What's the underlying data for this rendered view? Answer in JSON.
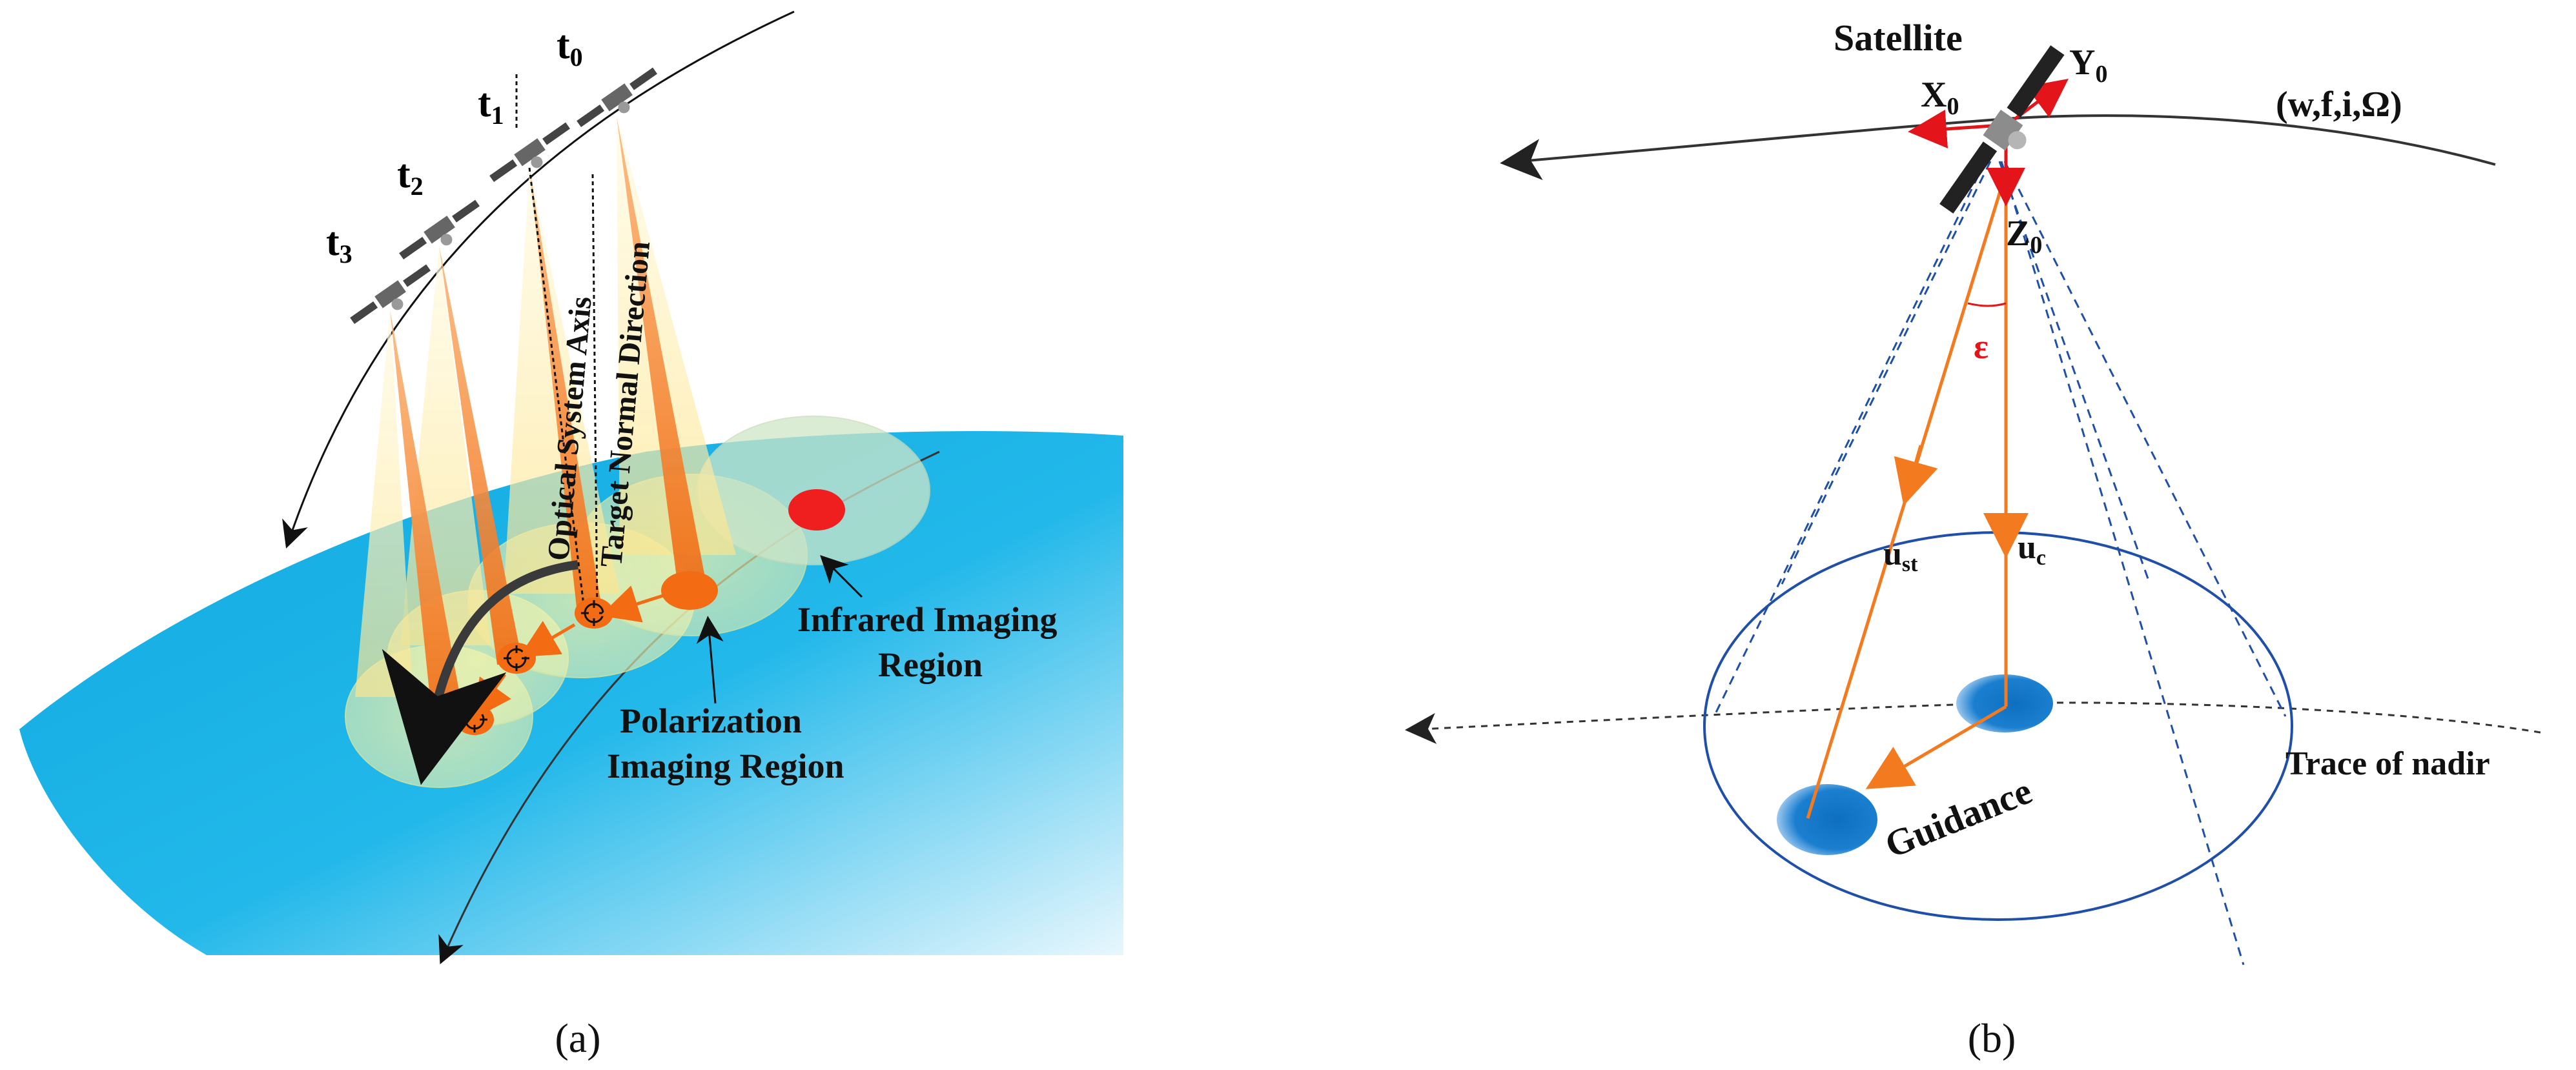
{
  "panel_a": {
    "caption": "(a)",
    "time_labels": [
      {
        "main": "t",
        "sub": "0"
      },
      {
        "main": "t",
        "sub": "1"
      },
      {
        "main": "t",
        "sub": "2"
      },
      {
        "main": "t",
        "sub": "3"
      }
    ],
    "optical_axis_label": "Optical System Axis",
    "target_normal_label": "Target Normal Direction",
    "infrared_label_line1": "Infrared Imaging",
    "infrared_label_line2": "Region",
    "polarization_label_line1": "Polarization",
    "polarization_label_line2": "Imaging Region",
    "colors": {
      "ocean": "#1ab4e6",
      "beam_orange": "#f47a20",
      "beam_yellow": "#fde89a",
      "infrared_spot": "#ef1f1f",
      "polar_spot": "#f36b12"
    }
  },
  "panel_b": {
    "caption": "(b)",
    "satellite_label": "Satellite",
    "orbit_elements": "(w,f,i,Ω)",
    "axis_x": {
      "main": "X",
      "sub": "0"
    },
    "axis_y": {
      "main": "Y",
      "sub": "0"
    },
    "axis_z": {
      "main": "Z",
      "sub": "0"
    },
    "epsilon": "ε",
    "u_st": {
      "main": "u",
      "sub": "st"
    },
    "u_c": {
      "main": "u",
      "sub": "c"
    },
    "guidance_label": "Guidance",
    "trace_label": "Trace of nadir",
    "colors": {
      "vector_orange": "#f47a20",
      "cone_blue": "#1f4fa8",
      "spot_blue": "#0e6fc0",
      "axis_red": "#e3141a"
    }
  }
}
